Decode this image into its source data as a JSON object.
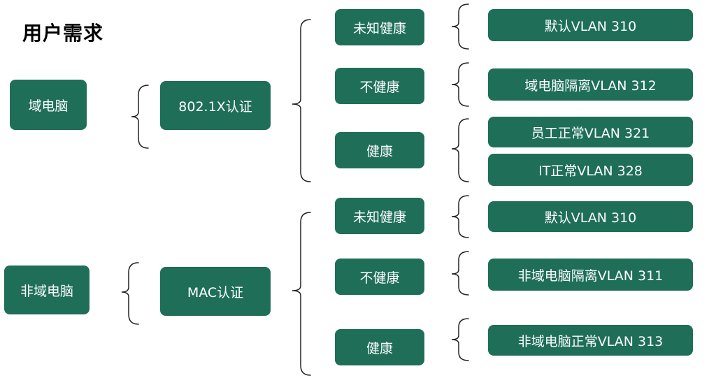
{
  "title": "用户需求",
  "colors": {
    "box": "#1e6e58",
    "text": "#ffffff",
    "brace": "#222222"
  },
  "sections": [
    {
      "source": "域电脑",
      "auth": "802.1X认证",
      "states": [
        {
          "label": "未知健康",
          "vlans": [
            "默认VLAN 310"
          ]
        },
        {
          "label": "不健康",
          "vlans": [
            "域电脑隔离VLAN 312"
          ]
        },
        {
          "label": "健康",
          "vlans": [
            "员工正常VLAN 321",
            "IT正常VLAN 328"
          ]
        }
      ]
    },
    {
      "source": "非域电脑",
      "auth": "MAC认证",
      "states": [
        {
          "label": "未知健康",
          "vlans": [
            "默认VLAN 310"
          ]
        },
        {
          "label": "不健康",
          "vlans": [
            "非域电脑隔离VLAN 311"
          ]
        },
        {
          "label": "健康",
          "vlans": [
            "非域电脑正常VLAN 313"
          ]
        }
      ]
    }
  ]
}
